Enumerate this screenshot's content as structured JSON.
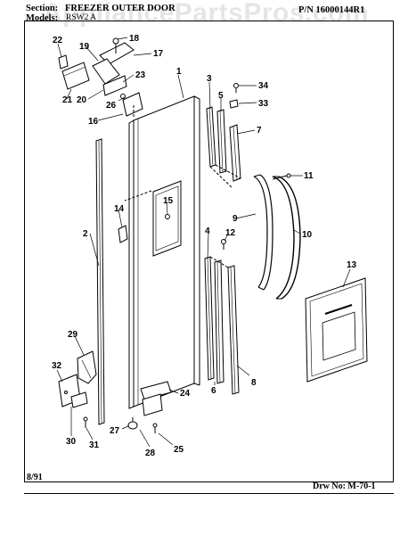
{
  "watermark": "AppliancePartsPros.com",
  "header": {
    "section_label": "Section:",
    "section_value": "FREEZER OUTER DOOR",
    "part_number": "P/N 16000144R1",
    "models_label": "Models:",
    "models_value": "RSW2 A"
  },
  "footer": {
    "date": "8/91",
    "drawing_number": "Drw No: M-70-1"
  },
  "callouts": {
    "c1": "1",
    "c2": "2",
    "c3": "3",
    "c4": "4",
    "c5": "5",
    "c6": "6",
    "c7": "7",
    "c8": "8",
    "c9": "9",
    "c10": "10",
    "c11": "11",
    "c12": "12",
    "c13": "13",
    "c14": "14",
    "c15": "15",
    "c16": "16",
    "c17": "17",
    "c18": "18",
    "c19": "19",
    "c20": "20",
    "c21": "21",
    "c22": "22",
    "c23": "23",
    "c24": "24",
    "c25": "25",
    "c26": "26",
    "c27": "27",
    "c28": "28",
    "c29": "29",
    "c30": "30",
    "c31": "31",
    "c32": "32",
    "c33": "33",
    "c34": "34"
  }
}
